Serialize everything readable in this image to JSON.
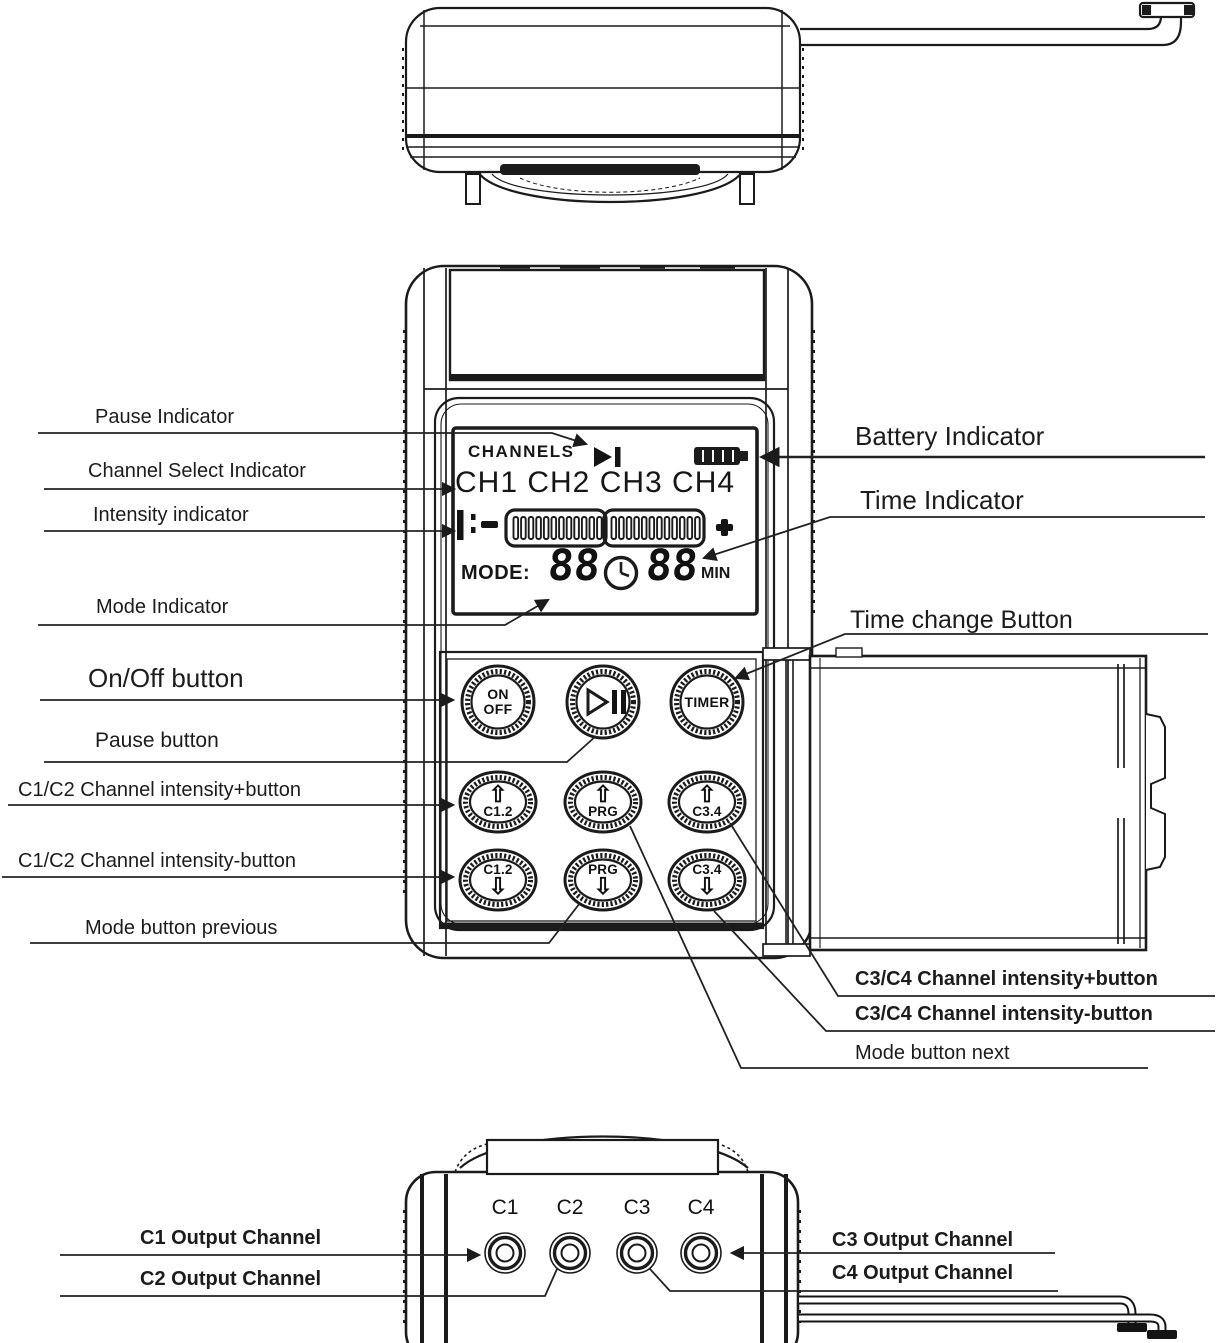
{
  "device": {
    "lcd": {
      "channels_label": "CHANNELS",
      "channel_select": "CH1 CH2 CH3 CH4",
      "mode_label": "MODE:",
      "mode_digits": "88",
      "time_digits": "88",
      "time_unit": "MIN",
      "intensity_banks": 2,
      "intensity_segments_per_bank": 12
    },
    "buttons": {
      "on_off_line1": "ON",
      "on_off_line2": "OFF",
      "timer": "TIMER",
      "up_arrow": "⇧",
      "down_arrow": "⇩",
      "c12_up": "C1.2",
      "prg_up": "PRG",
      "c34_up": "C3.4",
      "c12_down": "C1.2",
      "prg_down": "PRG",
      "c34_down": "C3.4"
    },
    "ports": [
      "C1",
      "C2",
      "C3",
      "C4"
    ]
  },
  "callouts": {
    "pause_indicator": "Pause Indicator",
    "channel_select_indicator": "Channel Select Indicator",
    "intensity_indicator": "Intensity indicator",
    "mode_indicator": "Mode Indicator",
    "on_off_button": "On/Off button",
    "pause_button": "Pause button",
    "c12_intensity_plus": "C1/C2 Channel intensity+button",
    "c12_intensity_minus": "C1/C2 Channel intensity-button",
    "mode_button_previous": "Mode button previous",
    "battery_indicator": "Battery Indicator",
    "time_indicator": "Time Indicator",
    "time_change_button": "Time change Button",
    "c34_intensity_plus": "C3/C4 Channel intensity+button",
    "c34_intensity_minus": "C3/C4  Channel intensity-button",
    "mode_button_next": "Mode button next",
    "c1_output": "C1 Output Channel",
    "c2_output": "C2 Output Channel",
    "c3_output": "C3 Output Channel",
    "c4_output": "C4 Output Channel"
  },
  "colors": {
    "line": "#1b1b1b",
    "background": "#ffffff"
  }
}
